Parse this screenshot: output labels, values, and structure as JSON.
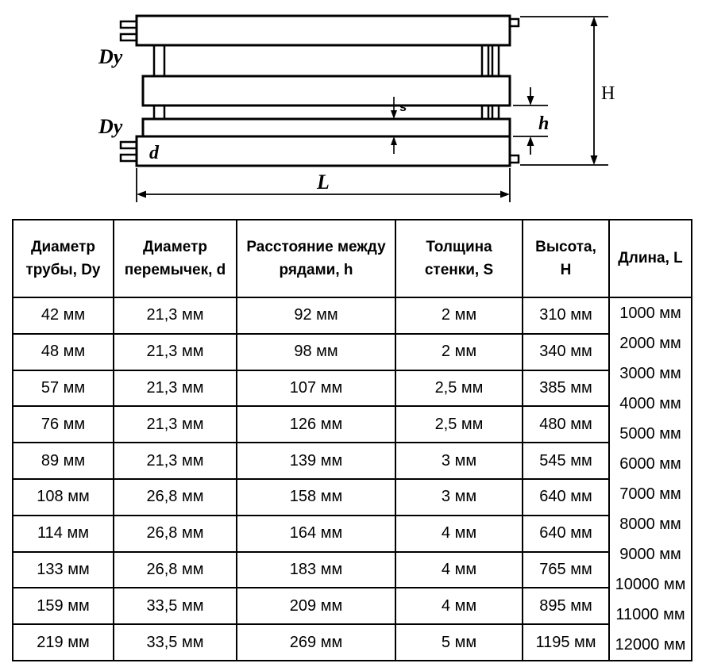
{
  "diagram": {
    "labels": {
      "dy_top": "Dy",
      "dy_bottom": "Dy",
      "d": "d",
      "s": "s",
      "h": "h",
      "height_H": "H",
      "length_L": "L"
    }
  },
  "table": {
    "headers": [
      "Диаметр трубы, Dy",
      "Диаметр перемычек, d",
      "Расстояние между рядами, h",
      "Толщина стенки, S",
      "Высота, H",
      "Длина, L"
    ],
    "rows": [
      [
        "42 мм",
        "21,3 мм",
        "92 мм",
        "2 мм",
        "310 мм"
      ],
      [
        "48 мм",
        "21,3 мм",
        "98 мм",
        "2 мм",
        "340 мм"
      ],
      [
        "57 мм",
        "21,3 мм",
        "107 мм",
        "2,5 мм",
        "385 мм"
      ],
      [
        "76 мм",
        "21,3 мм",
        "126 мм",
        "2,5 мм",
        "480 мм"
      ],
      [
        "89 мм",
        "21,3 мм",
        "139 мм",
        "3 мм",
        "545 мм"
      ],
      [
        "108 мм",
        "26,8 мм",
        "158 мм",
        "3 мм",
        "640 мм"
      ],
      [
        "114 мм",
        "26,8 мм",
        "164 мм",
        "4 мм",
        "640 мм"
      ],
      [
        "133 мм",
        "26,8 мм",
        "183 мм",
        "4 мм",
        "765 мм"
      ],
      [
        "159 мм",
        "33,5 мм",
        "209 мм",
        "4 мм",
        "895 мм"
      ],
      [
        "219 мм",
        "33,5 мм",
        "269 мм",
        "5 мм",
        "1195 мм"
      ]
    ],
    "length_values": [
      "1000 мм",
      "2000 мм",
      "3000 мм",
      "4000 мм",
      "5000 мм",
      "6000 мм",
      "7000 мм",
      "8000 мм",
      "9000 мм",
      "10000 мм",
      "11000 мм",
      "12000 мм"
    ]
  },
  "colors": {
    "line": "#000000",
    "background": "#ffffff"
  }
}
